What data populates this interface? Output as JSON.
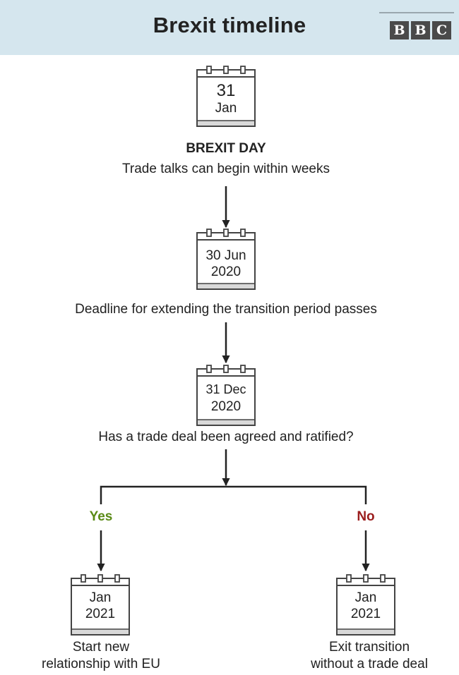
{
  "header": {
    "title": "Brexit timeline",
    "logo": [
      "B",
      "B",
      "C"
    ]
  },
  "steps": [
    {
      "calendar": {
        "line1": "31",
        "line2": "Jan"
      },
      "heading": "BREXIT DAY",
      "text": "Trade talks can begin within weeks"
    },
    {
      "calendar": {
        "line1": "30 Jun",
        "line2": "2020"
      },
      "text": "Deadline for extending the transition period passes"
    },
    {
      "calendar": {
        "line1": "31 Dec",
        "line2": "2020"
      },
      "text": "Has a trade deal been agreed and ratified?"
    }
  ],
  "branches": {
    "yes": {
      "label": "Yes",
      "calendar": {
        "line1": "Jan",
        "line2": "2021"
      },
      "text_line1": "Start new",
      "text_line2": "relationship with EU"
    },
    "no": {
      "label": "No",
      "calendar": {
        "line1": "Jan",
        "line2": "2021"
      },
      "text_line1": "Exit transition",
      "text_line2": "without a trade deal"
    }
  },
  "colors": {
    "header_bg": "#d5e6ee",
    "yes": "#5a8a16",
    "no": "#9b1d1d"
  }
}
